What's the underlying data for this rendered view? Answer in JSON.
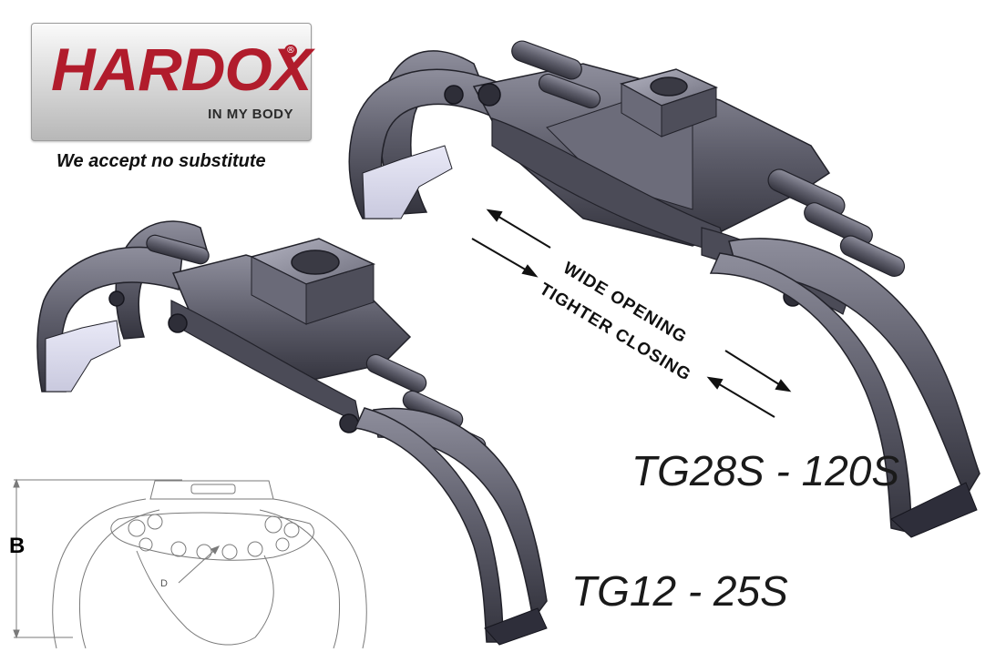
{
  "logo": {
    "brand": "HARDOX",
    "registered": "®",
    "subline": "IN MY BODY"
  },
  "tagline": "We accept no substitute",
  "direction": {
    "opening": "WIDE OPENING",
    "closing": "TIGHTER CLOSING"
  },
  "models": {
    "large": "TG28S - 120S",
    "small": "TG12 - 25S"
  },
  "diagram": {
    "dimension_label": "B",
    "point_label": "D"
  },
  "colors": {
    "brand_red": "#b11c2c",
    "steel_body": "#5a5a66",
    "steel_light": "#8a8a98",
    "steel_dark": "#2c2c36",
    "edge_highlight": "#d9d9f0"
  }
}
